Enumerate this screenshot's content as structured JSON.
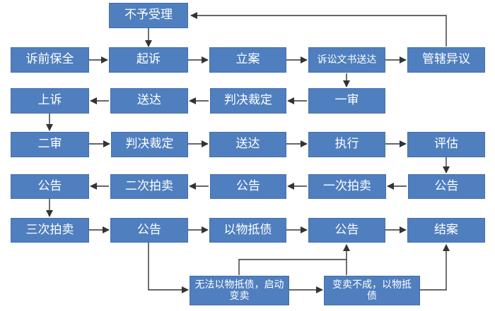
{
  "nodes": {
    "buyu_shouli": "不予受理",
    "suqian_baoquan": "诉前保全",
    "qisu": "起诉",
    "lian": "立案",
    "susong_wenshu_songda": "诉讼文书送达",
    "guanxia_yiyi": "管辖异议",
    "shangsu": "上诉",
    "songda_1": "送达",
    "panjue_caiding_1": "判决裁定",
    "yishen": "一审",
    "ershen": "二审",
    "panjue_caiding_2": "判决裁定",
    "songda_2": "送达",
    "zhixing": "执行",
    "pinggu": "评估",
    "gonggao_1": "公告",
    "erci_paimai": "二次拍卖",
    "gonggao_2": "公告",
    "yici_paimai": "一次拍卖",
    "gonggao_3": "公告",
    "sanci_paimai": "三次拍卖",
    "gonggao_4": "公告",
    "yiwu_dizhai": "以物抵债",
    "gonggao_5": "公告",
    "jiean": "结案",
    "wufa_yiwu_dizhai": "无法以物抵债，启动变卖",
    "biangmai_buchneg": "变卖不成，以物抵债"
  }
}
